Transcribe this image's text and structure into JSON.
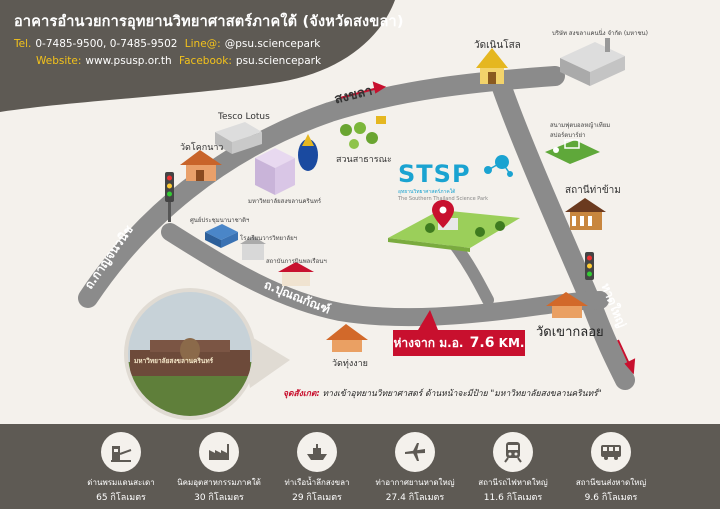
{
  "header": {
    "title": "อาคารอำนวยการอุทยานวิทยาศาสตร์ภาคใต้ (จังหวัดสงขลา)",
    "tel_label": "Tel.",
    "tel_value": "0-7485-9500, 0-7485-9502",
    "line_label": "Line@:",
    "line_value": "@psu.sciencepark",
    "website_label": "Website:",
    "website_value": "www.psusp.or.th",
    "facebook_label": "Facebook:",
    "facebook_value": "psu.sciencepark"
  },
  "map": {
    "roads": {
      "songkhla": "สงขลา",
      "kanchanawanit": "ถ.กาญจนวนิช",
      "punnakan": "ถ.ปุณณกัณฑ์",
      "hatyai": "หาดใหญ่"
    },
    "places": {
      "tesco": "Tesco Lotus",
      "wat_khokhan": "วัดโคกนาว",
      "psu": "มหาวิทยาลัยสงขลานครินทร์",
      "park": "สวนสาธารณะ",
      "wat_nonsai": "วัดเนินโสล",
      "company": "บริษัท สงขลาแคนนิ่ง จำกัด (มหาชน)",
      "football": "สนามฟุตบอลหญ้าเทียม สปอร์ตบาร์ย่า",
      "station_thakham": "สถานีท่าข้าม",
      "convention": "ศูนย์ประชุมนานาชาติฯ",
      "convention_sub": "โรงเรียนวารวิทยาลัยฯ",
      "hall_sub": "สถาบันการบินพลเรือนฯ",
      "wat_khaokloi": "วัดเขากลอย",
      "wat_thungngai": "วัดทุ่งงาย"
    },
    "stsp_logo": "STSP",
    "stsp_sub": "อุทยานวิทยาศาสตร์ภาคใต้",
    "stsp_sub2": "The Southern Thailand Science Park",
    "photo_sign": "มหาวิทยาลัยสงขลานครินทร์",
    "distance_prefix": "ห่างจาก ม.อ.",
    "distance_value": "7.6",
    "distance_unit": "KM.",
    "note_label": "จุดสังเกต:",
    "note_text": "ทางเข้าอุทยานวิทยาศาสตร์ ด้านหน้าจะมีป้าย \"มหาวิทยาลัยสงขลานครินทร์\""
  },
  "footer": [
    {
      "name": "ด่านพรมแดนสะเดา",
      "dist": "65 กิโลเมตร",
      "icon": "border-checkpoint-icon"
    },
    {
      "name": "นิคมอุตสาหกรรมภาคใต้",
      "dist": "30 กิโลเมตร",
      "icon": "factory-icon"
    },
    {
      "name": "ท่าเรือน้ำลึกสงขลา",
      "dist": "29 กิโลเมตร",
      "icon": "ship-icon"
    },
    {
      "name": "ท่าอากาศยานหาดใหญ่",
      "dist": "27.4 กิโลเมตร",
      "icon": "airplane-icon"
    },
    {
      "name": "สถานีรถไฟหาดใหญ่",
      "dist": "11.6 กิโลเมตร",
      "icon": "train-icon"
    },
    {
      "name": "สถานีขนส่งหาดใหญ่",
      "dist": "9.6 กิโลเมตร",
      "icon": "bus-icon"
    }
  ],
  "colors": {
    "header_bg": "#5e5a54",
    "road": "#8b8b8b",
    "accent_red": "#c8102e",
    "label_yellow": "#f3c21b",
    "stsp_blue": "#1aa3d1"
  }
}
